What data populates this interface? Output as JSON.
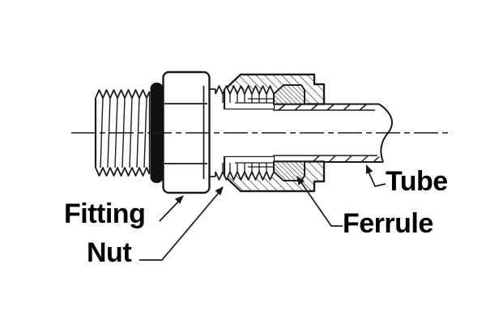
{
  "figure": {
    "background": "#ffffff",
    "line_color": "#1a1a1a",
    "labels": {
      "fitting": "Fitting",
      "nut": "Nut",
      "ferrule": "Ferrule",
      "tube": "Tube"
    }
  }
}
